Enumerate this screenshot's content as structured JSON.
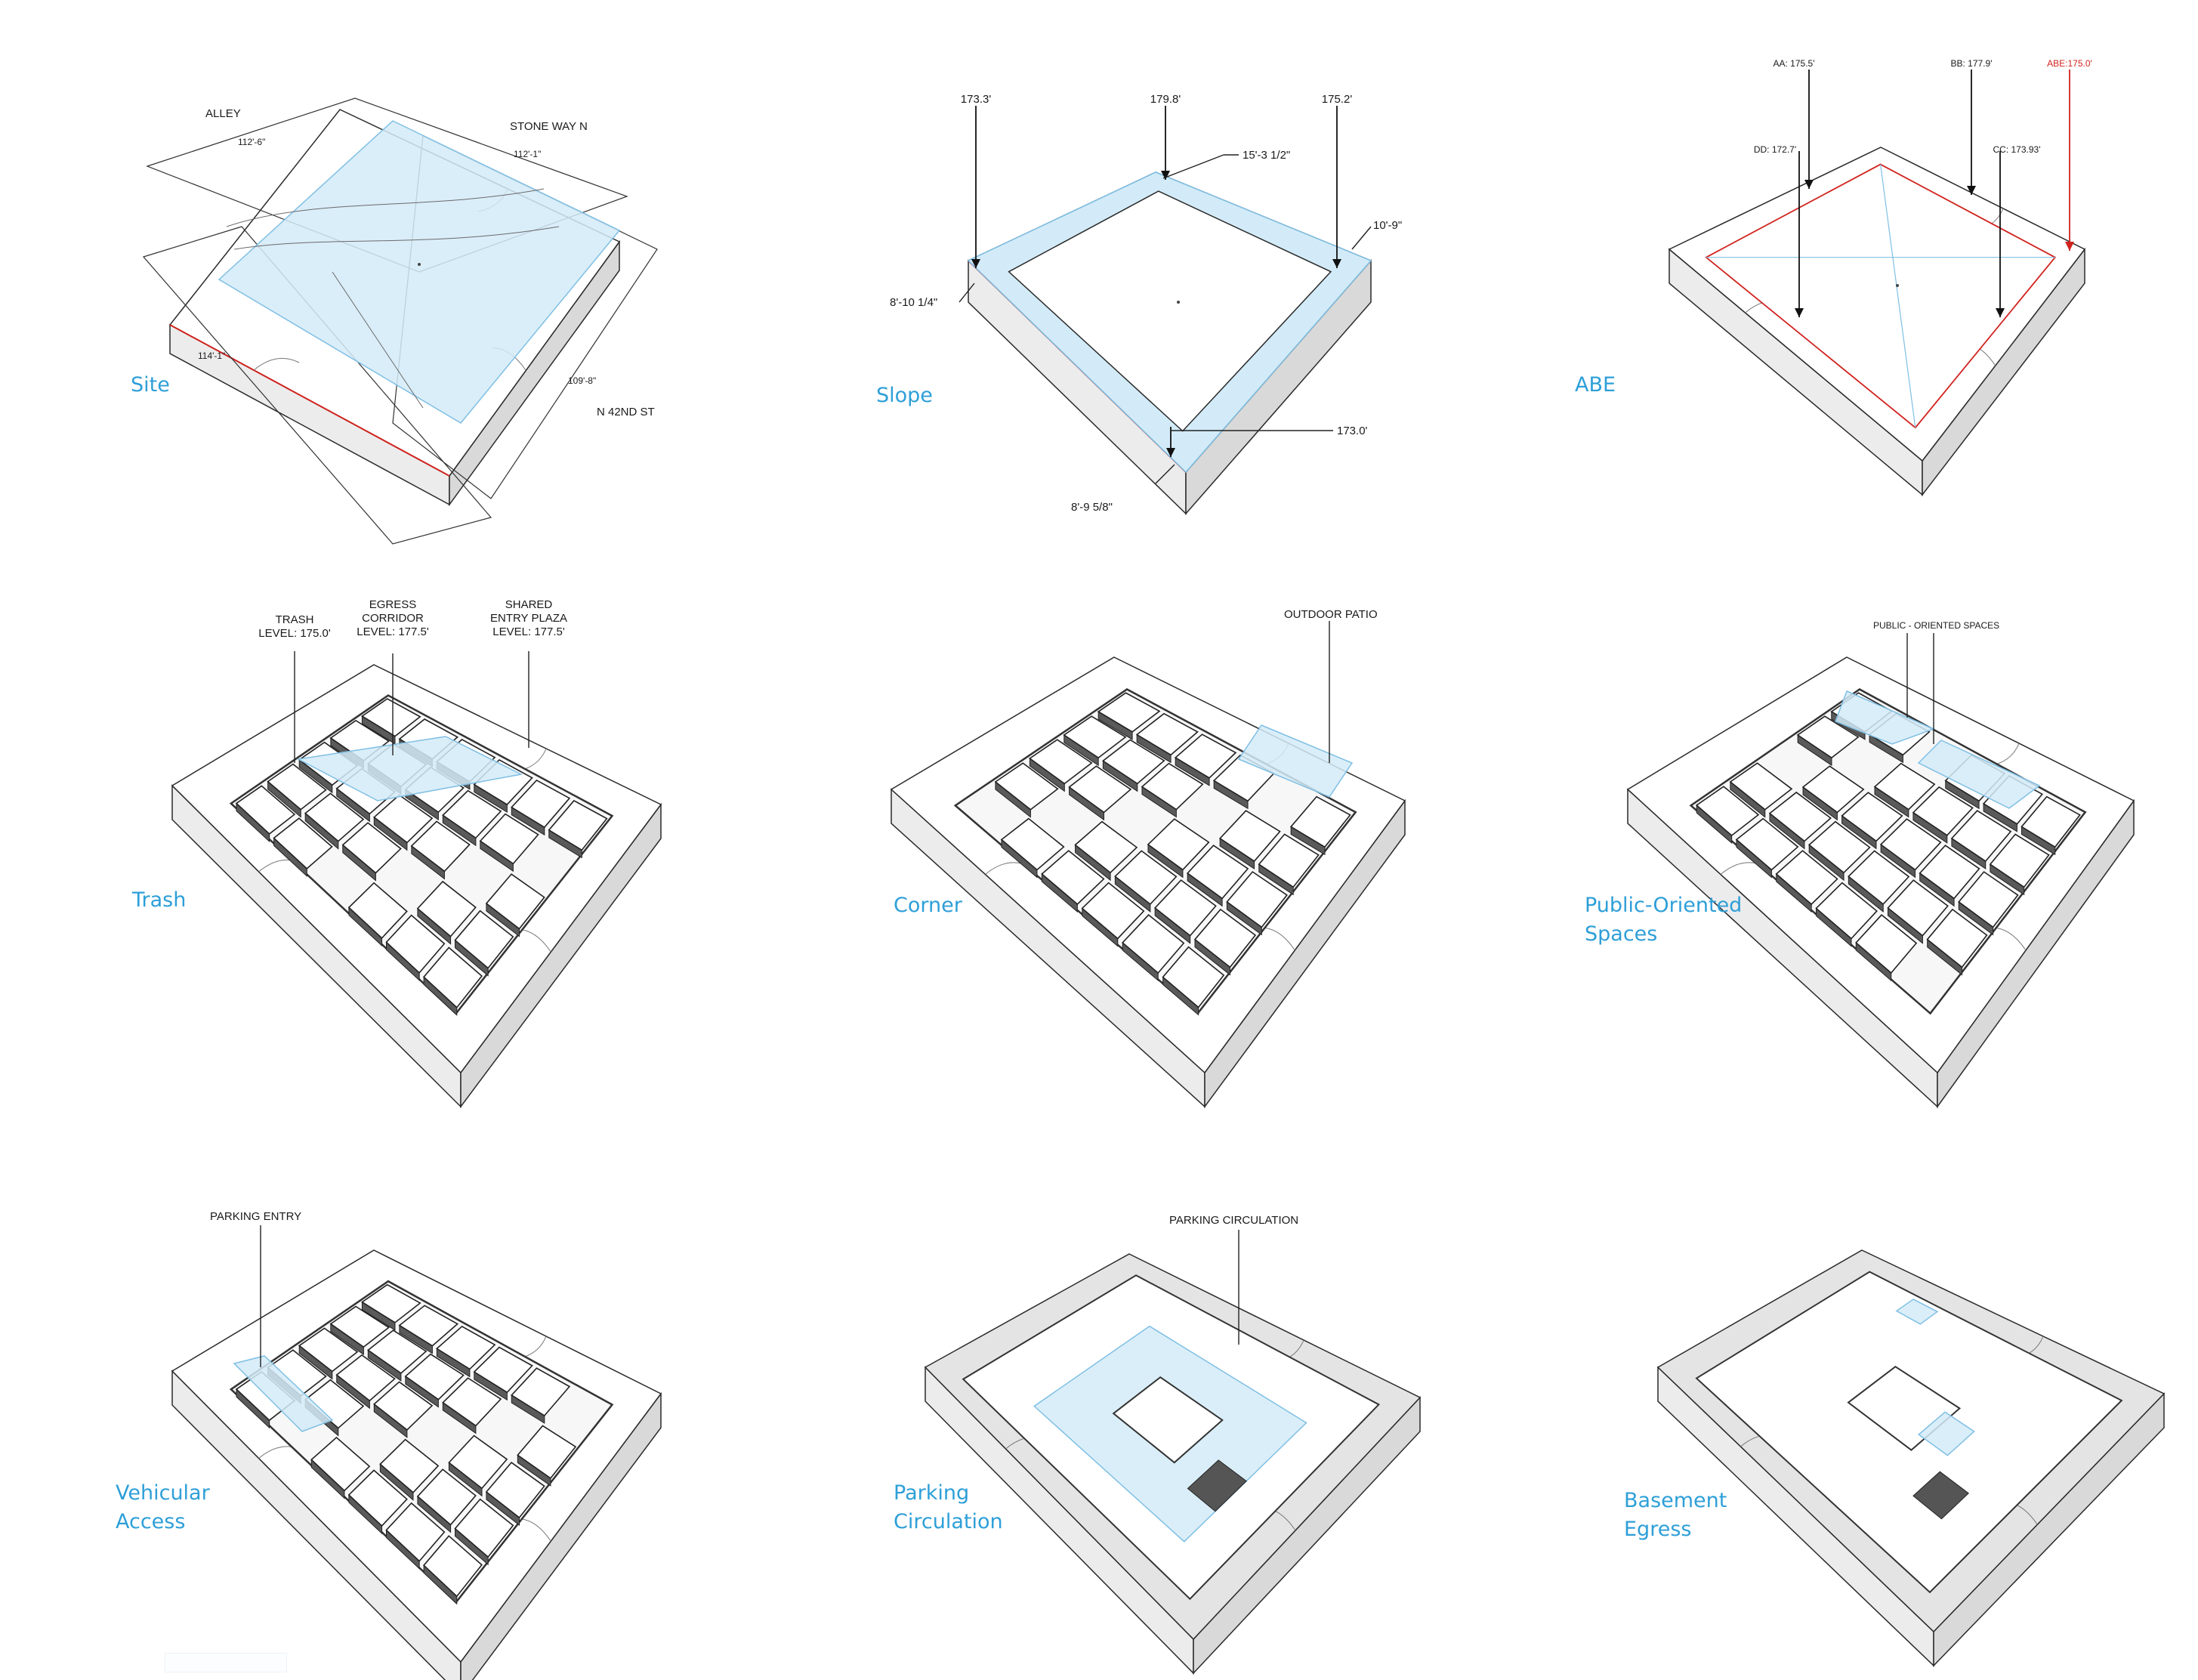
{
  "colors": {
    "accent_blue": "#2e9fd8",
    "highlight_fill": "#d3ebf8",
    "lot_line_red": "#d0231e",
    "line": "#2a2a2a",
    "wall_gray": "#6e6e6e"
  },
  "panels": [
    {
      "title": "Site",
      "labels": [
        "ALLEY",
        "STONE WAY N",
        "N 42ND ST"
      ],
      "dims": [
        "112'-6\"",
        "112'-1\"",
        "114'-1\"",
        "109'-8\""
      ]
    },
    {
      "title": "Slope",
      "labels": [
        "173.3'",
        "179.8'",
        "175.2'",
        "173.0'"
      ],
      "dims": [
        "15'-3 1/2\"",
        "10'-9\"",
        "8'-10 1/4\"",
        "8'-9 5/8\""
      ]
    },
    {
      "title": "ABE",
      "labels": [
        "AA: 175.5'",
        "BB: 177.9'",
        "ABE:175.0'",
        "DD: 172.7'",
        "CC: 173.93'"
      ]
    },
    {
      "title": "Trash",
      "labels": [
        [
          "TRASH",
          "LEVEL: 175.0'"
        ],
        [
          "EGRESS",
          "CORRIDOR",
          "LEVEL: 177.5'"
        ],
        [
          "SHARED",
          "ENTRY PLAZA",
          "LEVEL: 177.5'"
        ]
      ]
    },
    {
      "title": "Corner",
      "labels": [
        "OUTDOOR PATIO"
      ]
    },
    {
      "title": [
        "Public-Oriented",
        "Spaces"
      ],
      "labels": [
        "PUBLIC - ORIENTED SPACES"
      ]
    },
    {
      "title": [
        "Vehicular",
        "Access"
      ],
      "labels": [
        "PARKING ENTRY"
      ]
    },
    {
      "title": [
        "Parking",
        "Circulation"
      ],
      "labels": [
        "PARKING CIRCULATION"
      ]
    },
    {
      "title": [
        "Basement",
        "Egress"
      ]
    }
  ]
}
